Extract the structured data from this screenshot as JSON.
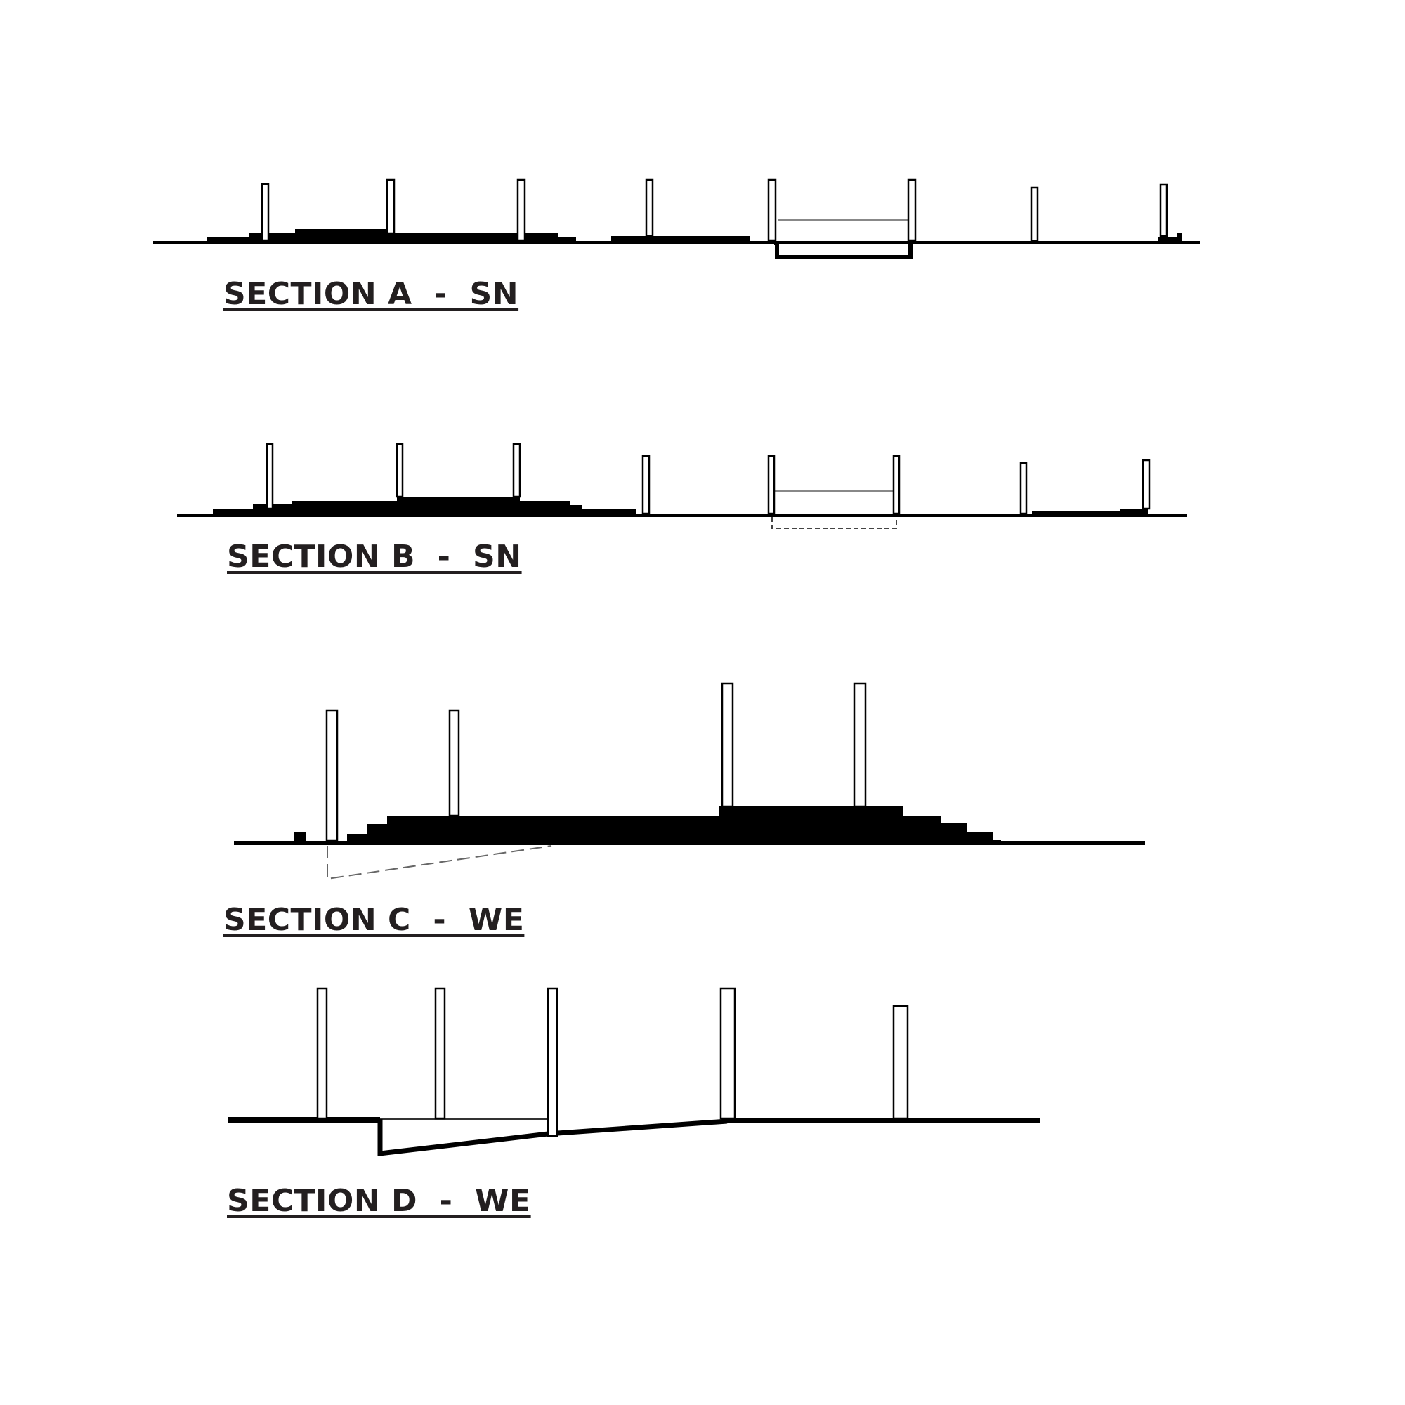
{
  "colors": {
    "ink": "#000000",
    "label": "#231f20",
    "dashed": "#666666",
    "background": "#ffffff"
  },
  "sections": [
    {
      "id": "A",
      "label": "SECTION A  -  SN",
      "orientation": "SN"
    },
    {
      "id": "B",
      "label": "SECTION B  -  SN",
      "orientation": "SN"
    },
    {
      "id": "C",
      "label": "SECTION C  -  WE",
      "orientation": "WE"
    },
    {
      "id": "D",
      "label": "SECTION D  -  WE",
      "orientation": "WE"
    }
  ]
}
